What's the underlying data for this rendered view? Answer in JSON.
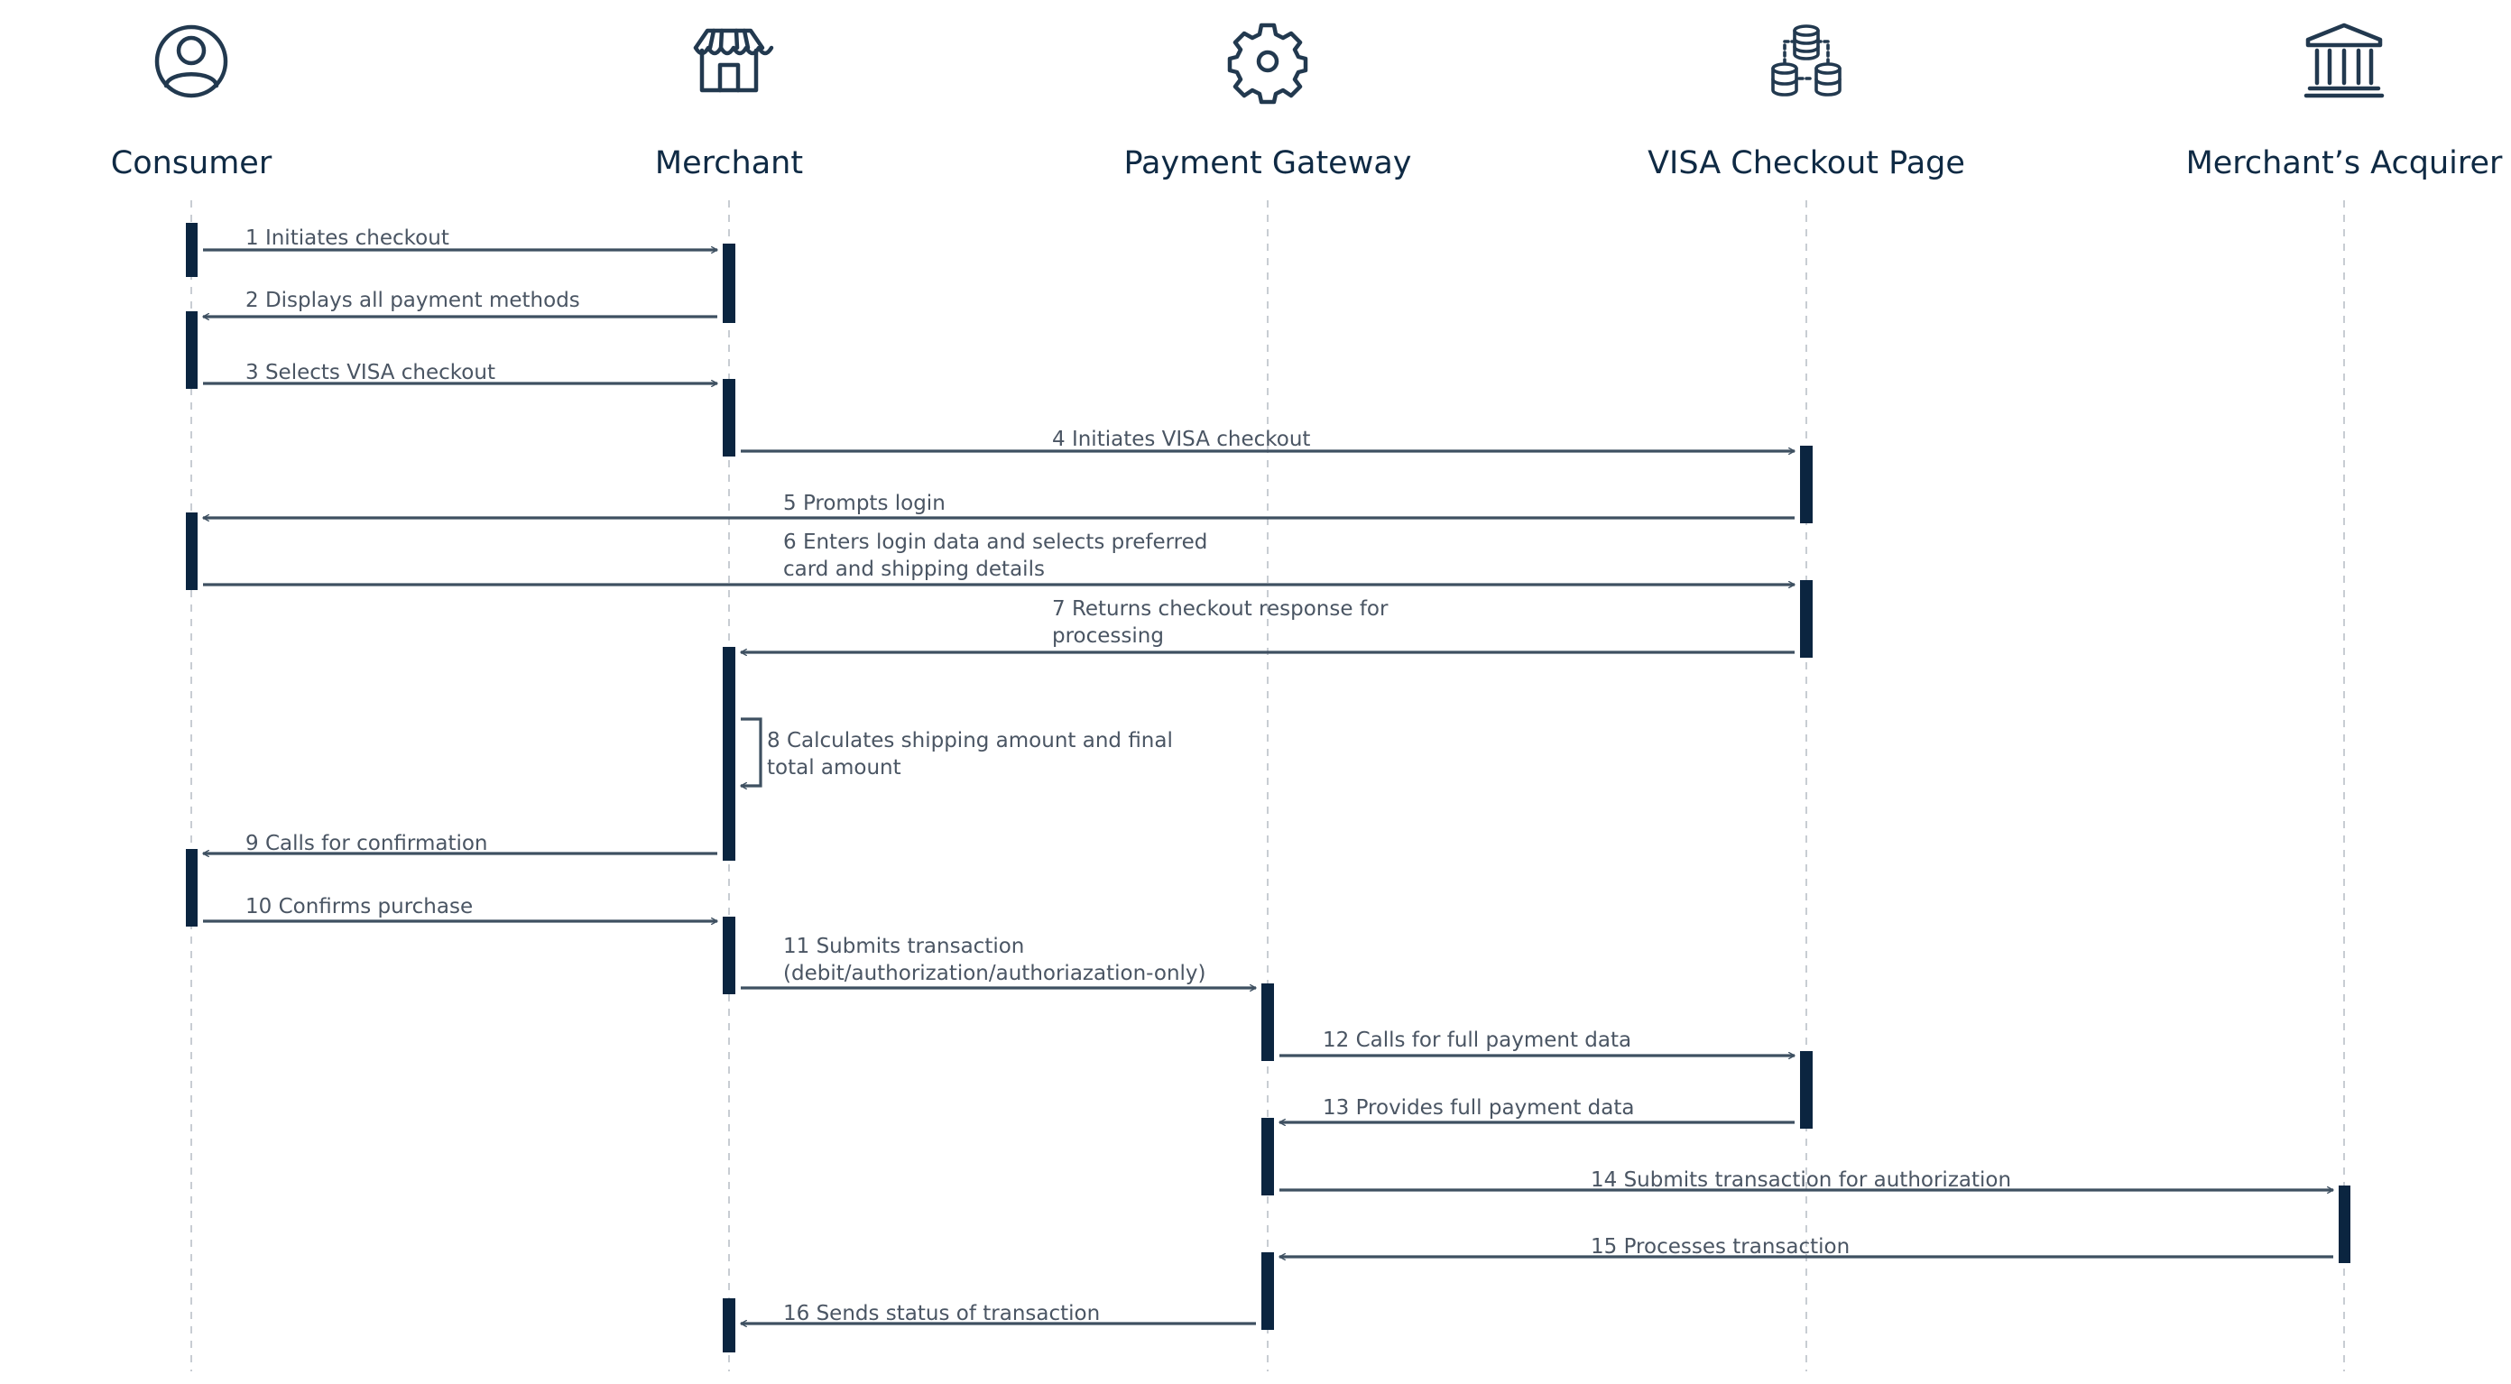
{
  "colors": {
    "actor_text": "#0f2a44",
    "message_text": "#4a5563",
    "activation": "#0b2540",
    "arrow": "#3e5061",
    "lifeline": "#c8cdd3"
  },
  "actors": [
    {
      "id": "consumer",
      "label": "Consumer",
      "icon": "user-circle-icon"
    },
    {
      "id": "merchant",
      "label": "Merchant",
      "icon": "storefront-icon"
    },
    {
      "id": "gateway",
      "label": "Payment Gateway",
      "icon": "gear-icon"
    },
    {
      "id": "visa",
      "label": "VISA Checkout Page",
      "icon": "database-network-icon"
    },
    {
      "id": "acquirer",
      "label": "Merchant’s Acquirer",
      "icon": "bank-icon"
    }
  ],
  "messages": [
    {
      "num": "1",
      "text": [
        "1 Initiates checkout"
      ],
      "from": "consumer",
      "to": "merchant"
    },
    {
      "num": "2",
      "text": [
        "2 Displays all payment methods"
      ],
      "from": "merchant",
      "to": "consumer"
    },
    {
      "num": "3",
      "text": [
        "3 Selects VISA checkout"
      ],
      "from": "consumer",
      "to": "merchant"
    },
    {
      "num": "4",
      "text": [
        "4 Initiates VISA checkout"
      ],
      "from": "merchant",
      "to": "visa"
    },
    {
      "num": "5",
      "text": [
        "5 Prompts login"
      ],
      "from": "visa",
      "to": "consumer"
    },
    {
      "num": "6",
      "text": [
        "6 Enters login data and selects preferred",
        "card and shipping details"
      ],
      "from": "consumer",
      "to": "visa"
    },
    {
      "num": "7",
      "text": [
        "7 Returns checkout response for",
        "processing"
      ],
      "from": "visa",
      "to": "merchant"
    },
    {
      "num": "8",
      "text": [
        "8 Calculates shipping amount and final",
        "total amount"
      ],
      "from": "merchant",
      "to": "merchant"
    },
    {
      "num": "9",
      "text": [
        "9 Calls for confirmation"
      ],
      "from": "merchant",
      "to": "consumer"
    },
    {
      "num": "10",
      "text": [
        "10 Confirms purchase"
      ],
      "from": "consumer",
      "to": "merchant"
    },
    {
      "num": "11",
      "text": [
        "11 Submits transaction",
        "(debit/authorization/authoriazation-only)"
      ],
      "from": "merchant",
      "to": "gateway"
    },
    {
      "num": "12",
      "text": [
        "12 Calls for full payment data"
      ],
      "from": "gateway",
      "to": "visa"
    },
    {
      "num": "13",
      "text": [
        "13 Provides full payment data"
      ],
      "from": "visa",
      "to": "gateway"
    },
    {
      "num": "14",
      "text": [
        "14 Submits transaction for authorization"
      ],
      "from": "gateway",
      "to": "acquirer"
    },
    {
      "num": "15",
      "text": [
        "15 Processes transaction"
      ],
      "from": "acquirer",
      "to": "gateway"
    },
    {
      "num": "16",
      "text": [
        "16 Sends status of transaction"
      ],
      "from": "gateway",
      "to": "merchant"
    }
  ]
}
